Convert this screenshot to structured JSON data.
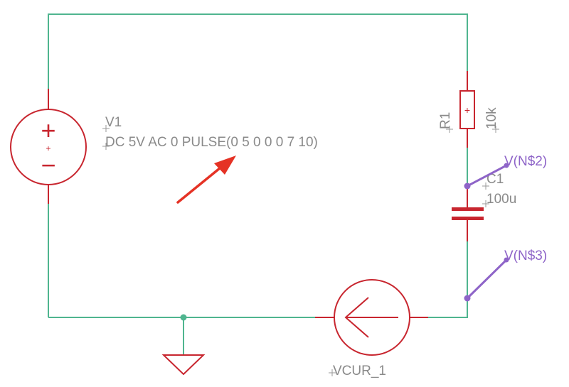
{
  "schematic": {
    "v1": {
      "name": "V1",
      "value": "DC 5V AC 0 PULSE(0 5 0 0 0 7 10)",
      "plus_symbol": "+",
      "minus_symbol": "−",
      "center_symbol": "+"
    },
    "r1": {
      "name": "R1",
      "value": "10k",
      "center_symbol": "+"
    },
    "c1": {
      "name": "C1",
      "value": "100u"
    },
    "vcur": {
      "name": "VCUR_1"
    },
    "probes": [
      {
        "label": "V(N$2)"
      },
      {
        "label": "V(N$3)"
      }
    ]
  },
  "colors": {
    "wire": "#4fb58f",
    "component": "#c8262f",
    "probe": "#8e64c8",
    "annotation_arrow": "#e53225",
    "label_text": "#8a8a8a"
  }
}
